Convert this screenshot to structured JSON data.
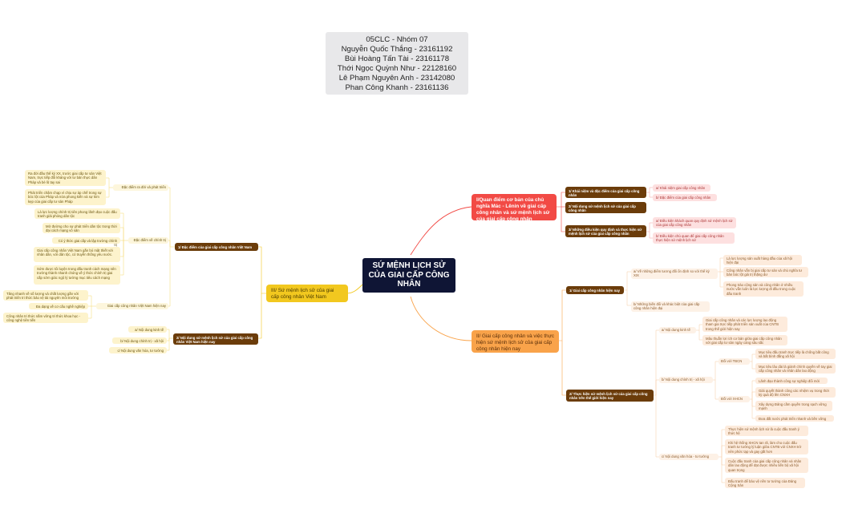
{
  "info_box": {
    "lines": [
      "05CLC - Nhóm 07",
      "Nguyễn Quốc Thắng - 23161192",
      "Bùi Hoàng Tấn Tài - 23161178",
      "Thới Ngọc Quỳnh Như - 22128160",
      "Lê Phạm Nguyên Anh - 23142080",
      "Phan Công Khanh - 23161136"
    ]
  },
  "root": {
    "label": "SỨ MỆNH LỊCH SỬ CỦA GIAI CẤP CÔNG NHÂN"
  },
  "colors": {
    "root": "#0f1535",
    "branch_1": "#f24a45",
    "branch_2": "#f9a34a",
    "branch_3": "#f2c81f",
    "subtopic": "#6b3c0a",
    "leaf_pink": "#fde0e0",
    "leaf_peach": "#fdebdc",
    "leaf_yellow": "#fdf3cc"
  },
  "branch_1": {
    "label": "I/Quan điểm cơ bản của chủ nghĩa Mác - Lênin về giai cấp công nhân và sứ mệnh lịch sử của giai cấp công nhân",
    "children": [
      {
        "label": "1/ Khái niệm và đặc điểm của giai cấp công nhân",
        "children": [
          "a/ Khái niệm giai cấp công nhân",
          "b/ Đặc điểm của giai cấp công nhân"
        ]
      },
      {
        "label": "2/ Nội dung sứ mệnh lịch sử của giai cấp công nhân"
      },
      {
        "label": "3/ Những điều kiện quy định và thực hiện sứ mệnh lịch sử của giai cấp công nhân",
        "children": [
          "a/ Điều kiện khách quan quy định sứ mệnh lịch sử của giai cấp công nhân",
          "b/ Điều kiện chủ quan để giai cấp công nhân thực hiện sứ mệnh lịch sử"
        ]
      }
    ]
  },
  "branch_2": {
    "label": "II/ Giai cấp công nhân và việc thực hiện sứ mệnh lịch sử của giai cấp công nhân hiện nay",
    "sub_1": {
      "label": "1/ Giai cấp công nhân hiện nay",
      "a": {
        "label": "a/ Về những điểm tương đối ổn định so với thế kỷ XIX",
        "children": [
          "Là lực lượng sản xuất hàng đầu của xã hội hiện đại",
          "Công nhân vẫn bị giai cấp tư sản và chủ nghĩa tư bản bóc lột giá trị thặng dư",
          "Phong trào cộng sản và công nhân ở nhiều nước vẫn luôn là lực lượng đi đầu trong cuộc đấu tranh"
        ]
      },
      "b": {
        "label": "b/ Những biến đổi và khác biệt của giai cấp công nhân hiện đại"
      }
    },
    "sub_2": {
      "label": "2/ Thực hiện sứ mệnh lịch sử của giai cấp công nhân trên thế giới hiện nay",
      "a": {
        "label": "a/ Nội dung kinh tế",
        "children": [
          "Giai cấp công nhân và các lực lượng lao động tham gia trực tiếp phát triển sản xuất của CNTB trong thế giới hiện nay",
          "Mâu thuẫn lợi ích cơ bản giữa giai cấp công nhân với giai cấp tư sản ngày càng sâu sắc"
        ]
      },
      "b": {
        "label": "b/ Nội dung chính trị - xã hội",
        "tbcn": {
          "label": "Đối với TBCN",
          "children": [
            "Mục tiêu đấu tranh trực tiếp là chống bất công và bất bình đẳng xã hội",
            "Mục tiêu lâu dài là giành chính quyền về tay giai cấp công nhân và nhân dân lao động"
          ]
        },
        "xhcn": {
          "label": "Đối với XHCN",
          "children": [
            "Lãnh đạo thành công sự nghiệp đổi mới",
            "Giải quyết thành công các nhiệm vụ trong thời kỳ quá độ lên CNXH",
            "Xây dựng Đảng cầm quyền trong sạch vững mạnh",
            "Đưa đất nước phát triển nhanh và bền vững"
          ]
        }
      },
      "c": {
        "label": "c/ Nội dung văn hóa - tư tưởng",
        "children": [
          "Thực hiện sứ mệnh lịch sử là cuộc đấu tranh ý thức hệ",
          "Khi hệ thống XHCN tan rã, làm cho cuộc đấu tranh tư tưởng lý luận giữa CNTB với CNXH trở nên phức tạp và gay gắt hơn",
          "Cuộc đấu tranh của giai cấp công nhân và nhân dân lao động để đạt được nhiều tiến bộ xã hội quan trọng",
          "Đấu tranh để bảo vệ nền tư tưởng của Đảng Cộng Sản"
        ]
      }
    }
  },
  "branch_3": {
    "label": "III/ Sứ mệnh lịch sử của giai cấp công nhân Việt Nam",
    "sub_1": {
      "label": "1/ Đặc điểm của giai cấp công nhân Việt Nam",
      "origin": {
        "label": "Đặc điểm ra đời và phát triển",
        "children": [
          "Ra đời đầu thế kỷ XX, trước giai cấp tư sản Việt Nam, trực tiếp đối kháng với tư bản thực dân Pháp và bè lũ tay sai",
          "Phát triển chậm chạp vì chịu sự áp chế trong sự bóc lột của Pháp và nửa phong kiến và sự kìm kẹp của giai cấp tư sản Pháp"
        ]
      },
      "politics": {
        "label": "Đặc điểm về chính trị",
        "children": [
          "Là lực lượng chính trị tiên phong lãnh đạo cuộc đấu tranh giải phóng dân tộc",
          "Mở đường cho sự phát triển dân tộc trong thời đại cách mạng vô sản",
          "Có ý thức giai cấp và lập trường chính trị",
          "Giai cấp công nhân Việt Nam gắn bó mật thiết với nhân dân, với dân tộc, có truyền thống yêu nước.",
          "Sớm được tôi luyện trong đấu tranh cách mạng nên trưởng thành nhanh chóng về ý thức chính trị giai cấp sớm giác ngộ lý tưởng mục tiêu cách mạng"
        ]
      },
      "today": {
        "label": "Giai cấp công nhân Việt Nam hiện nay",
        "children": [
          "Tăng nhanh về số lượng và chất lượng gắn với phát triển tri thức bảo vệ tài nguyên môi trường",
          "Đa dạng về cơ cấu nghề nghiệp",
          "Công nhân tri thức nắm vững tri thức khoa học - công nghệ tiên tiến"
        ]
      }
    },
    "sub_2": {
      "label": "2/ Nội dung sứ mệnh lịch sử của giai cấp công nhân Việt Nam hiện nay",
      "children": [
        "a/ Nội dung kinh tế",
        "b/ Nội dung chính trị - xã hội",
        "c/ Nội dung văn hóa, tư tưởng"
      ]
    }
  }
}
